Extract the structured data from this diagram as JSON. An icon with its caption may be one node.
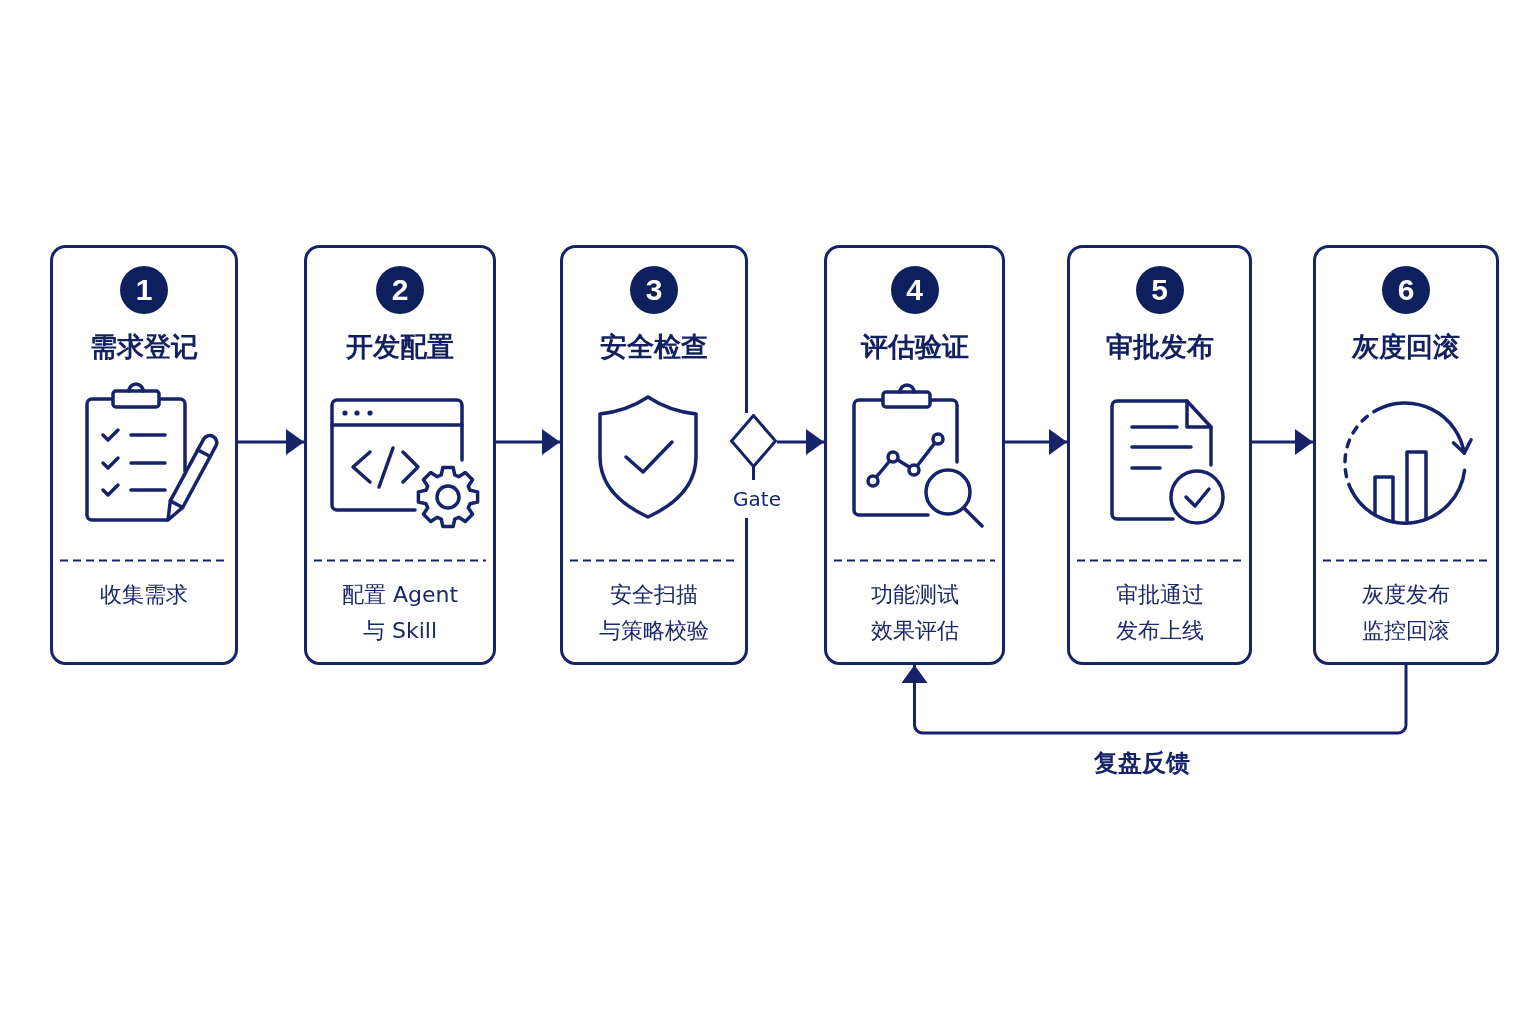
{
  "diagram": {
    "nodes": [
      {
        "text": [
          "需求登记",
          "收集需求"
        ]
      },
      {
        "text": [
          "1"
        ],
        "in": 0
      },
      {
        "text": [
          "开发配置",
          "配置 Agent 与 Skill"
        ]
      },
      {
        "text": [
          "2"
        ],
        "in": 2
      },
      {
        "text": [
          "安全检查",
          "安全扫描与策略校验"
        ]
      },
      {
        "text": [
          "3"
        ],
        "in": 4
      },
      {
        "text": [],
        "shape": "diamond",
        "beside": [
          "Gate"
        ]
      },
      {
        "text": [
          "评估验证",
          "功能测试效果评估"
        ]
      },
      {
        "text": [
          "4"
        ],
        "in": 7
      },
      {
        "text": [
          "审批发布",
          "审批通过发布上线"
        ]
      },
      {
        "text": [
          "5"
        ],
        "in": 9
      },
      {
        "text": [
          "灰度回滚",
          "灰度发布监控回滚"
        ]
      },
      {
        "text": [
          "6"
        ],
        "in": 11
      }
    ],
    "edges": [
      {
        "from": 0,
        "to": 2,
        "arrow": "to"
      },
      {
        "from": 2,
        "to": 4,
        "arrow": "to"
      },
      {
        "from": 6,
        "to": 7,
        "arrow": "to"
      },
      {
        "from": 7,
        "to": 9,
        "arrow": "to"
      },
      {
        "from": 9,
        "to": 11,
        "arrow": "to"
      },
      {
        "from": 11,
        "to": 7,
        "arrow": "to",
        "label": "复盘反馈"
      }
    ]
  }
}
